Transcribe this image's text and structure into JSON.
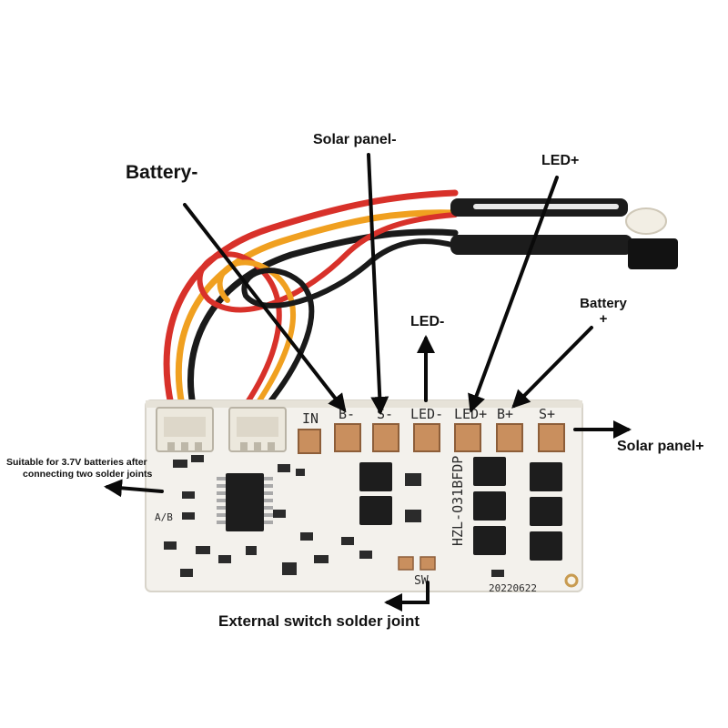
{
  "annotations": {
    "battery_minus": "Battery-",
    "solar_panel_minus": "Solar panel-",
    "led_plus": "LED+",
    "battery_plus_line1": "Battery",
    "battery_plus_line2": "+",
    "led_minus": "LED-",
    "solar_panel_plus": "Solar panel+",
    "ab_note_line1": "Suitable for 3.7V batteries after",
    "ab_note_line2": "connecting two solder joints",
    "external_switch": "External switch solder joint"
  },
  "board": {
    "pads": [
      "B-",
      "S-",
      "LED-",
      "LED+",
      "B+",
      "S+"
    ],
    "in_label": "IN",
    "ab_label": "A/B",
    "model": "HZL-O31BFDP",
    "sw_label": "SW",
    "date_code": "20220622"
  },
  "colors": {
    "board": "#f3f1ec",
    "pad": "#c98f5e",
    "wire_red": "#d8312a",
    "wire_orange": "#f0a020",
    "wire_black": "#1a1a1a",
    "arrow": "#0a0a0a"
  }
}
